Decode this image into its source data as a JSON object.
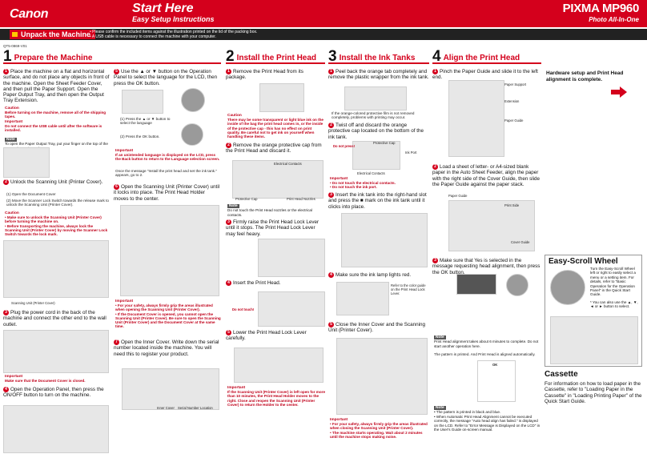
{
  "header": {
    "logo": "Canon",
    "title": "Start Here",
    "subtitle": "Easy Setup Instructions",
    "model": "PIXMA MP960",
    "model_sub": "Photo All-In-One"
  },
  "unpack": {
    "tag": "Unpack the Machine",
    "note1": "• Please confirm the included items against the illustration printed on the lid of the packing box.",
    "note2": "• A USB cable is necessary to connect the machine with your computer."
  },
  "doc_id": "QT5-0869-V01",
  "colors": {
    "accent": "#d4001c",
    "band": "#222222"
  },
  "steps": [
    {
      "num": "1",
      "title": "Prepare the Machine"
    },
    {
      "num": "2",
      "title": "Install the Print Head"
    },
    {
      "num": "3",
      "title": "Install the Ink Tanks"
    },
    {
      "num": "4",
      "title": "Align the Print Head"
    }
  ],
  "s1": {
    "i1": "Place the machine on a flat and horizontal surface, and do not place any objects in front of the machine. Open the Sheet Feeder Cover, and then pull the Paper Support. Open the Paper Output Tray, and then open the Output Tray Extension.",
    "c1h": "Caution",
    "c1": "Before turning on the machine, remove all of the shipping tapes.",
    "imp1h": "Important",
    "imp1": "Do not connect the USB cable until after the software is installed.",
    "n1h": "Note",
    "n1": "To open the Paper Output Tray, put your finger on the top of the tray and open it gently.",
    "i2": "Unlock the Scanning Unit (Printer Cover).",
    "i2a": "(1)  Open the Document Cover",
    "i2b": "(2)  Move the Scanner Lock Switch towards the release mark to unlock the Scanning Unit (Printer Cover).",
    "c2h": "Caution",
    "c2a": "• Make sure to unlock the Scanning Unit (Printer Cover) before turning the machine on.",
    "c2b": "• Before transporting the machine, always lock the Scanning Unit (Printer Cover) by moving the Scanner Lock Switch towards the lock mark.",
    "lbl_scan": "Scanning Unit (Printer Cover)",
    "i3": "Plug the power cord in the back of the machine and connect the other end to the wall outlet.",
    "imp3h": "Important",
    "imp3": "Make sure that the Document Cover is closed.",
    "i4": "Open the Operation Panel, then press the ON/OFF button to turn on the machine.",
    "i5": "Use the ▲ or ▼ button on the Operation Panel to select the language for the LCD, then press the OK button.",
    "i5a": "(1)  Press the ▲ or ▼ button to select the language",
    "i5b": "(2)  Press the OK button.",
    "imp5h": "Important",
    "imp5": "If an unintended language is displayed on the LCD, press the Back button to return to the Language selection screen.",
    "i5c": "Once the message \"Install the print head and set the ink tank.\" appears, go to 2.",
    "i6": "Open the Scanning Unit (Printer Cover) until it locks into place. The Print Head Holder moves to the center.",
    "imp6h": "Important",
    "imp6a": "• For your safety, always firmly grip the areas illustrated when opening the Scanning Unit (Printer Cover).",
    "imp6b": "• If the Document Cover is opened, you cannot open the Scanning Unit (Printer Cover). Be sure to open the Scanning Unit (Printer Cover) and the Document Cover at the same time.",
    "i7": "Open the Inner Cover. Write down the serial number located inside the machine. You will need this to register your product.",
    "lbl_inner": "Inner Cover",
    "lbl_serial": "Serial Number Location"
  },
  "s2": {
    "i1": "Remove the Print Head from its package.",
    "c1h": "Caution",
    "c1": "There may be some transparent or light blue ink on the inside of the bag the print head comes in, or the inside of the protective cap - this has no effect on print quality. Be careful not to get ink on yourself when handling these items.",
    "i2": "Remove the orange protective cap from the Print Head and discard it.",
    "lbl_contacts": "Electrical Contacts",
    "lbl_cap": "Protective Cap",
    "lbl_nozzles": "Print Head Nozzles",
    "n2h": "Note",
    "n2": "Do not touch the Print Head nozzles or the electrical contacts.",
    "i3": "Firmly raise the Print Head Lock Lever until it stops. The Print Head Lock Lever may feel heavy.",
    "i4": "Insert the Print Head.",
    "lbl_donot": "Do not touch!",
    "i5": "Lower the Print Head Lock Lever carefully.",
    "imp5h": "Important",
    "imp5": "If the Scanning Unit (Printer Cover) is left open for more than 10 minutes, the Print Head Holder moves to the right. Close and reopen the Scanning Unit (Printer Cover) to return the Holder to the center."
  },
  "s3": {
    "i1": "Peel back the orange tab completely and remove the plastic wrapper from the ink tank.",
    "lbl_film": "If the orange-colored protective film is not removed completely, problems with printing may occur.",
    "i2": "Twist off and discard the orange protective cap located on the bottom of the ink tank.",
    "lbl_press": "Do not press!",
    "lbl_pcap": "Protective Cap",
    "lbl_inkout": "Ink Port",
    "lbl_elec": "Electrical Contacts",
    "imp2h": "Important",
    "imp2a": "• Do not touch the electrical contacts.",
    "imp2b": "• Do not touch the ink port.",
    "i3": "Insert the ink tank into the right-hand slot and press the ■ mark on the ink tank until it clicks into place.",
    "i4": "Make sure the ink lamp lights red.",
    "lbl_refer": "Refer to the color guide on the Print Head Lock Lever.",
    "i5": "Close the Inner Cover and the Scanning Unit (Printer Cover).",
    "imp5h": "Important",
    "imp5a": "• For your safety, always firmly grip the areas illustrated when closing the Scanning Unit (Printer Cover).",
    "imp5b": "• The machine starts operating. Wait about 2 minutes until the machine stops making noise."
  },
  "s4": {
    "i1": "Pinch the Paper Guide and slide it to the left end.",
    "lbl_ps": "Paper Support",
    "lbl_ext": "Extension",
    "lbl_pg": "Paper Guide",
    "i2": "Load a sheet of letter- or A4-sized blank paper in the Auto Sheet Feeder, align the paper with the right side of the Cover Guide, then slide the Paper Guide against the paper stack.",
    "lbl_pg2": "Paper Guide",
    "lbl_side": "Print Side",
    "lbl_cg": "Cover Guide",
    "i3": "Make sure that Yes is selected in the message requesting head alignment, then press the OK button.",
    "n3h": "Note",
    "n3": "Print Head alignment takes about 6 minutes to complete. Do not start another operation here.",
    "n3b": "The pattern is printed. And Print Head is aligned automatically.",
    "lbl_ok": "OK",
    "n4h": "Note",
    "n4a": "• The pattern is printed in black and blue.",
    "n4b": "• When Automatic Print Head Alignment cannot be executed correctly, the message \"Auto head align has failed.\" is displayed on the LCD. Refer to \"Error Message is Displayed on the LCD\" in the User's Guide on-screen manual."
  },
  "right": {
    "complete": "Hardware setup and Print Head alignment is complete.",
    "easy_title": "Easy-Scroll Wheel",
    "easy_body": "Turn the Easy-Scroll Wheel left or right to easily select a menu or a setting item. For details, refer to \"Basic Operation for the Operation Panel\" in the Quick Start Guide.",
    "easy_body2": "* You can also use the ▲, ▼, ◄ or ► button to select.",
    "cas_title": "Cassette",
    "cas_body": "For information on how to load paper in the Cassette, refer to \"Loading Paper in the Cassette\" in \"Loading Printing Paper\" of the Quick Start Guide."
  }
}
